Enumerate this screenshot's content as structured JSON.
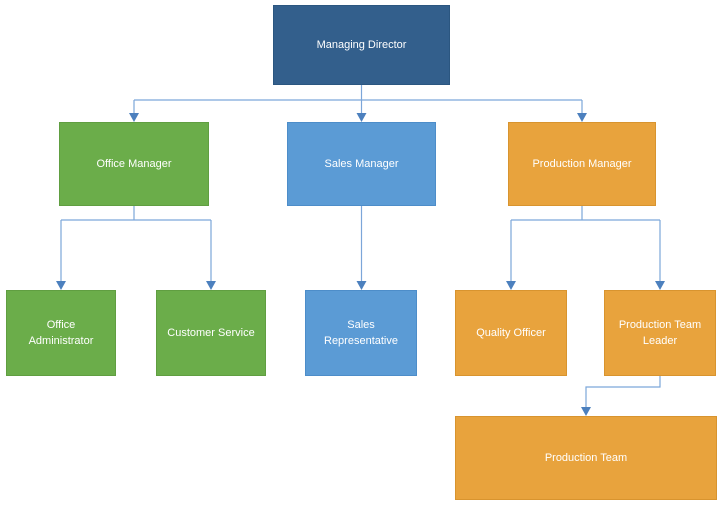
{
  "diagram": {
    "type": "org-chart",
    "colors": {
      "background": "#FFFFFF",
      "node_darkblue": "#335F8C",
      "node_green": "#6BAD4A",
      "node_blue": "#5B9BD5",
      "node_orange": "#E8A33D",
      "connector_line": "#7CA6D9",
      "arrowhead": "#4C80BE",
      "node_text": "#FFFFFF"
    },
    "nodes": [
      {
        "id": "managing-director",
        "label": "Managing Director",
        "fill": "#335F8C",
        "level": 1
      },
      {
        "id": "office-manager",
        "label": "Office Manager",
        "fill": "#6BAD4A",
        "level": 2
      },
      {
        "id": "sales-manager",
        "label": "Sales Manager",
        "fill": "#5B9BD5",
        "level": 2
      },
      {
        "id": "production-manager",
        "label": "Production Manager",
        "fill": "#E8A33D",
        "level": 2
      },
      {
        "id": "office-administrator",
        "label": "Office Administrator",
        "fill": "#6BAD4A",
        "level": 3
      },
      {
        "id": "customer-service",
        "label": "Customer Service",
        "fill": "#6BAD4A",
        "level": 3
      },
      {
        "id": "sales-representative",
        "label": "Sales Representative",
        "fill": "#5B9BD5",
        "level": 3
      },
      {
        "id": "quality-officer",
        "label": "Quality Officer",
        "fill": "#E8A33D",
        "level": 3
      },
      {
        "id": "production-team-leader",
        "label": "Production Team Leader",
        "fill": "#E8A33D",
        "level": 3
      },
      {
        "id": "production-team",
        "label": "Production Team",
        "fill": "#E8A33D",
        "level": 4
      }
    ],
    "connectors": [
      {
        "from": "managing-director",
        "to": "office-manager"
      },
      {
        "from": "managing-director",
        "to": "sales-manager"
      },
      {
        "from": "managing-director",
        "to": "production-manager"
      },
      {
        "from": "office-manager",
        "to": "office-administrator"
      },
      {
        "from": "office-manager",
        "to": "customer-service"
      },
      {
        "from": "sales-manager",
        "to": "sales-representative"
      },
      {
        "from": "production-manager",
        "to": "quality-officer"
      },
      {
        "from": "production-manager",
        "to": "production-team-leader"
      },
      {
        "from": "production-team-leader",
        "to": "production-team"
      }
    ]
  }
}
